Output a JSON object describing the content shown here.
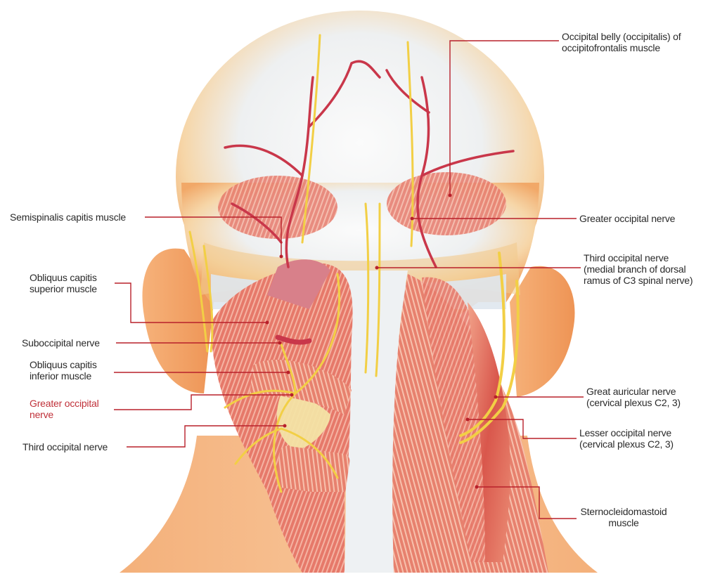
{
  "diagram": {
    "subject": "Posterior view of head and neck: occipital nerves and muscles",
    "colors": {
      "leader_line": "#b8202a",
      "highlight_label": "#c0313a",
      "label_text": "#2a2a2a",
      "skin": "#f3a46a",
      "muscle": "#d9534a",
      "nerve": "#f2d34a",
      "artery": "#c9374a",
      "fascia": "#eef0f2"
    },
    "labels": {
      "left": [
        {
          "id": "semispinalis",
          "lines": [
            "Semispinalis capitis muscle"
          ],
          "highlight": false
        },
        {
          "id": "obliquus_sup",
          "lines": [
            "Obliquus capitis",
            "superior muscle"
          ],
          "highlight": false
        },
        {
          "id": "suboccipital",
          "lines": [
            "Suboccipital nerve"
          ],
          "highlight": false
        },
        {
          "id": "obliquus_inf",
          "lines": [
            "Obliquus capitis",
            "inferior muscle"
          ],
          "highlight": false
        },
        {
          "id": "greater_occ_left",
          "lines": [
            "Greater occipital",
            "nerve"
          ],
          "highlight": true
        },
        {
          "id": "third_occ_left",
          "lines": [
            "Third occipital nerve"
          ],
          "highlight": false
        }
      ],
      "right": [
        {
          "id": "occipital_belly",
          "lines": [
            "Occipital belly (occipitalis) of",
            "occipitofrontalis muscle"
          ],
          "highlight": false
        },
        {
          "id": "greater_occ_right",
          "lines": [
            "Greater occipital nerve"
          ],
          "highlight": false
        },
        {
          "id": "third_occ_right",
          "lines": [
            "Third occipital nerve",
            "(medial branch of dorsal",
            "ramus of C3 spinal nerve)"
          ],
          "highlight": false
        },
        {
          "id": "great_auricular",
          "lines": [
            "Great auricular nerve",
            "(cervical plexus C2, 3)"
          ],
          "highlight": false
        },
        {
          "id": "lesser_occ",
          "lines": [
            "Lesser occipital nerve",
            "(cervical plexus C2, 3)"
          ],
          "highlight": false
        },
        {
          "id": "scm",
          "lines": [
            "Sternocleidomastoid",
            "muscle"
          ],
          "highlight": false
        }
      ]
    }
  }
}
